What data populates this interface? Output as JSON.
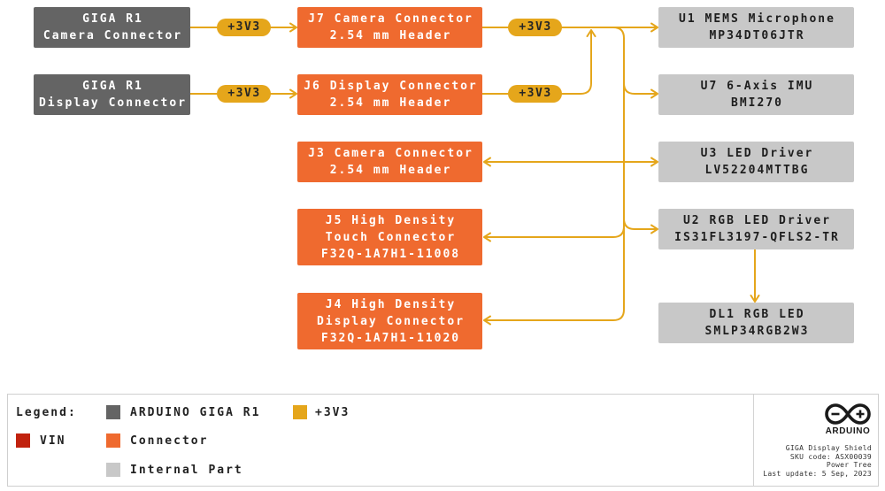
{
  "colors": {
    "arduino_giga_r1": "#646464",
    "rail_3v3": "#e5a61b",
    "vin": "#c1220e",
    "connector": "#ef6a2f",
    "internal_part": "#c8c8c8"
  },
  "nodes": {
    "giga_r1_camera": [
      "GIGA R1",
      "Camera Connector"
    ],
    "giga_r1_display": [
      "GIGA R1",
      "Display Connector"
    ],
    "j7": [
      "J7 Camera Connector",
      "2.54 mm Header"
    ],
    "j6": [
      "J6 Display Connector",
      "2.54 mm Header"
    ],
    "j3": [
      "J3 Camera Connector",
      "2.54 mm Header"
    ],
    "j5": [
      "J5 High Density",
      "Touch Connector",
      "F32Q-1A7H1-11008"
    ],
    "j4": [
      "J4 High Density",
      "Display Connector",
      "F32Q-1A7H1-11020"
    ],
    "u1": [
      "U1 MEMS Microphone",
      "MP34DT06JTR"
    ],
    "u7": [
      "U7 6-Axis IMU",
      "BMI270"
    ],
    "u3": [
      "U3 LED Driver",
      "LV52204MTTBG"
    ],
    "u2": [
      "U2 RGB LED Driver",
      "IS31FL3197-QFLS2-TR"
    ],
    "dl1": [
      "DL1 RGB LED",
      "SMLP34RGB2W3"
    ]
  },
  "rail_badges": [
    "+3V3",
    "+3V3",
    "+3V3",
    "+3V3"
  ],
  "legend": {
    "title": "Legend:",
    "arduino_giga_r1": "ARDUINO GIGA R1",
    "rail_3v3": "+3V3",
    "vin": "VIN",
    "connector": "Connector",
    "internal_part": "Internal Part"
  },
  "title_block": {
    "logo_icon": "arduino-logo-icon",
    "logo_text": "ARDUINO",
    "product": "GIGA Display Shield",
    "sku": "SKU code: ASX00039",
    "sheet": "Power Tree",
    "last_update": "Last update: 5 Sep, 2023"
  }
}
